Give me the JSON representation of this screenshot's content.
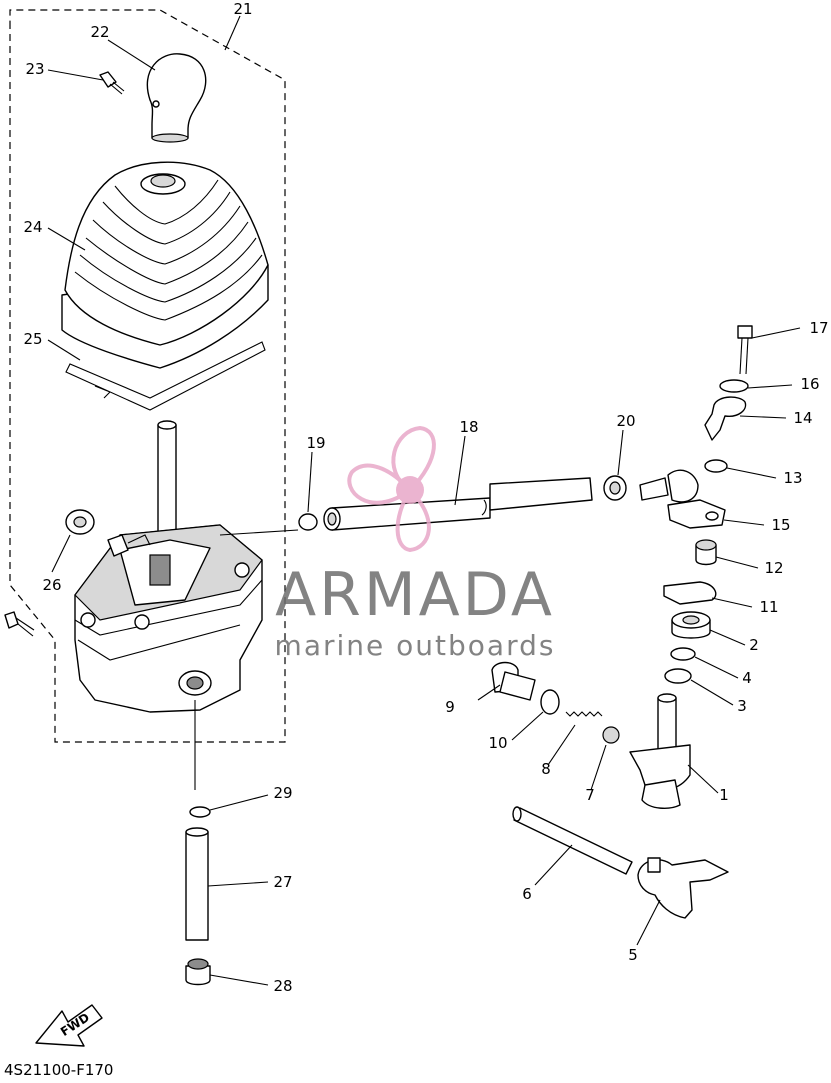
{
  "diagram": {
    "code": "4S21100-F170",
    "fwd_label": "FWD",
    "callouts": [
      "1",
      "2",
      "3",
      "4",
      "5",
      "6",
      "7",
      "8",
      "9",
      "10",
      "11",
      "12",
      "13",
      "14",
      "15",
      "16",
      "17",
      "18",
      "19",
      "20",
      "21",
      "22",
      "23",
      "24",
      "25",
      "26",
      "27",
      "28",
      "29"
    ]
  },
  "watermark": {
    "brand": "ARMADA",
    "tagline": "marine outboards",
    "brand_color": "#6e6e6e",
    "accent_color": "#e8a8c8"
  }
}
